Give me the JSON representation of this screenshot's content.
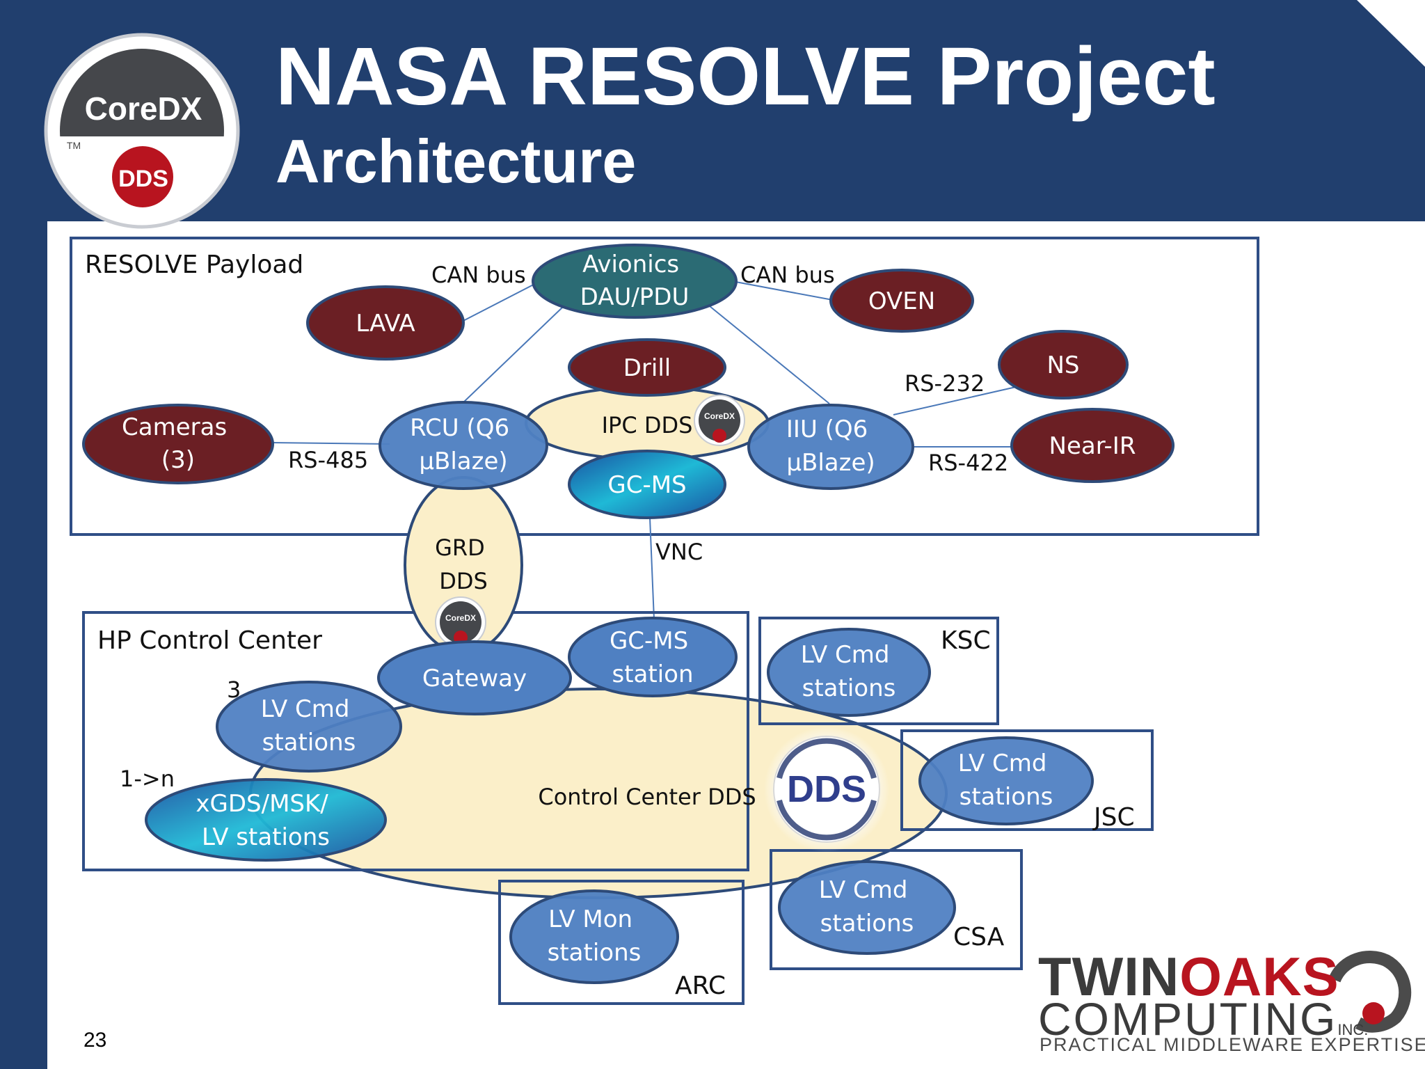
{
  "slide": {
    "title": "NASA RESOLVE Project",
    "subtitle": "Architecture",
    "page_number": "23"
  },
  "logos": {
    "coredx": {
      "name": "CoreDX",
      "badge": "DDS",
      "tm": "TM"
    },
    "dds_emblem": "DDS",
    "twinoaks": {
      "line1_a": "TWIN",
      "line1_b": "OAKS",
      "line2": "COMPUTING",
      "inc": "INC.",
      "tagline": "PRACTICAL MIDDLEWARE EXPERTISE"
    }
  },
  "diagram": {
    "boxes": {
      "payload": "RESOLVE Payload",
      "control_center": "HP Control Center",
      "ksc": "KSC",
      "jsc": "JSC",
      "csa": "CSA",
      "arc": "ARC"
    },
    "nodes": {
      "avionics": [
        "Avionics",
        "DAU/PDU"
      ],
      "lava": [
        "LAVA"
      ],
      "oven": [
        "OVEN"
      ],
      "drill": [
        "Drill"
      ],
      "ns": [
        "NS"
      ],
      "cameras": [
        "Cameras",
        "(3)"
      ],
      "rcu": [
        "RCU (Q6",
        "µBlaze)"
      ],
      "ipc_dds": [
        "IPC DDS"
      ],
      "iiu": [
        "IIU (Q6",
        "µBlaze)"
      ],
      "near_ir": [
        "Near-IR"
      ],
      "gcms": [
        "GC-MS"
      ],
      "grd_dds": [
        "GRD",
        "DDS"
      ],
      "gateway": [
        "Gateway"
      ],
      "gcms_station": [
        "GC-MS",
        "station"
      ],
      "lv_cmd_hp": [
        "LV Cmd",
        "stations"
      ],
      "xgds": [
        "xGDS/MSK/",
        "LV stations"
      ],
      "control_center_dds": [
        "Control Center DDS"
      ],
      "lv_cmd_ksc": [
        "LV Cmd",
        "stations"
      ],
      "lv_cmd_jsc": [
        "LV Cmd",
        "stations"
      ],
      "lv_cmd_csa": [
        "LV Cmd",
        "stations"
      ],
      "lv_mon_arc": [
        "LV Mon",
        "stations"
      ]
    },
    "links": {
      "can_bus_left": "CAN bus",
      "can_bus_right": "CAN bus",
      "rs232": "RS-232",
      "rs485": "RS-485",
      "rs422": "RS-422",
      "vnc": "VNC",
      "count_lv_cmd": "3",
      "count_xgds": "1->n"
    }
  },
  "colors": {
    "header_navy": "#213f6e",
    "maroon": "#6b1f24",
    "blue_node": "#4f80c2",
    "node_border": "#2d4a78",
    "cream": "#fbefc9",
    "teal": "#2b6b74",
    "box_border": "#2f4e86"
  }
}
